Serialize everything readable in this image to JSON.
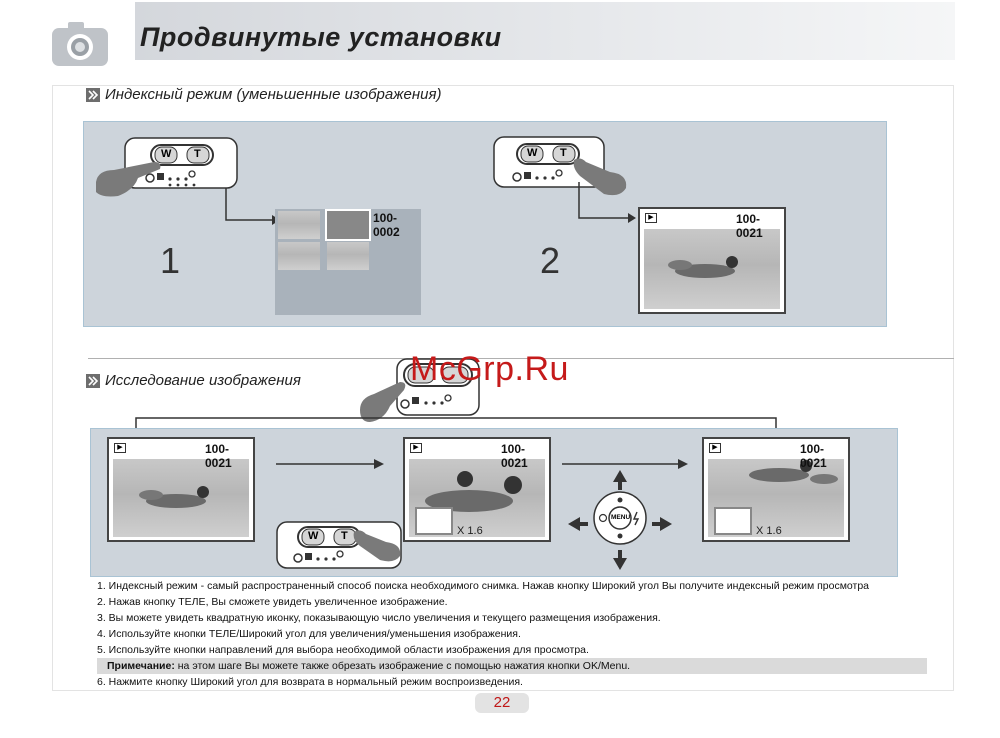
{
  "header": {
    "title": "Продвинутые установки"
  },
  "sections": [
    {
      "title": "Индексный режим (уменьшенные изображения)"
    },
    {
      "title": "Исследование изображения"
    }
  ],
  "buttons": {
    "wide": "W",
    "tele": "T",
    "menu": "MENU"
  },
  "steps": {
    "one": "1",
    "two": "2"
  },
  "screens": {
    "index_file": "100-0002",
    "single_file": "100-0021",
    "explore_1_file": "100-0021",
    "explore_2_file": "100-0021",
    "explore_3_file": "100-0021",
    "zoom_1": "X 1.6",
    "zoom_2": "X 1.6"
  },
  "instructions": [
    "1. Индексный режим - самый распространенный способ поиска необходимого снимка. Нажав кнопку Широкий угол Вы получите индексный режим просмотра",
    "2. Нажав кнопку ТЕЛЕ, Вы сможете увидеть увеличенное изображение.",
    "3. Вы можете увидеть квадратную иконку, показывающую число увеличения и текущего размещения изображения.",
    "4. Используйте кнопки ТЕЛЕ/Широкий угол для увеличения/уменьшения изображения.",
    "5. Используйте кнопки направлений для выбора необходимой области изображения для просмотра."
  ],
  "note": {
    "label": "Примечание:",
    "text": " на этом шаге Вы можете также обрезать изображение с помощью нажатия кнопки OK/Menu."
  },
  "instruction_6": "6. Нажмите кнопку Широкий угол для возврата в нормальный режим воспроизведения.",
  "watermark": "McGrp.Ru",
  "page_number": "22",
  "colors": {
    "panel": "#cdd4db",
    "panel_border": "#a9c3d4",
    "watermark": "#c51a1a",
    "page_number": "#c01818"
  }
}
